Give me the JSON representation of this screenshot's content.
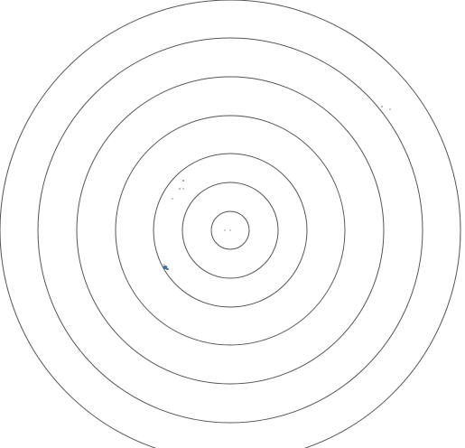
{
  "diagram": {
    "background_color": "#ffffff",
    "ring_color": "#555555",
    "ring_count": 7,
    "marker_color": "#3a6fa0",
    "speck_color": "#8a8a8a",
    "marker_count": 1,
    "speck_count": 9
  }
}
